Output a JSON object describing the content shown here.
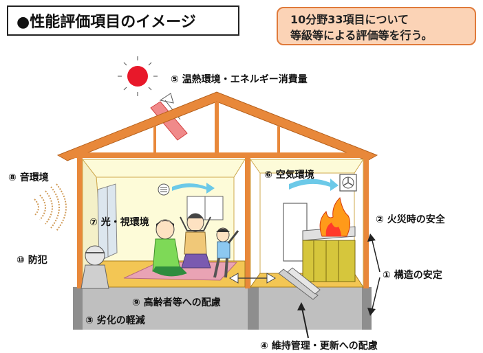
{
  "title": "●性能評価項目のイメージ",
  "note": {
    "line1": "10分野33項目について",
    "line2": "等級等による評価等を行う。"
  },
  "labels": {
    "thermal": "⑤ 温熱環境・エネルギー消費量",
    "sound": "⑧ 音環境",
    "air": "⑥ 空気環境",
    "light": "⑦ 光・視環境",
    "fire": "② 火災時の安全",
    "crime": "⑩ 防犯",
    "structure": "① 構造の安定",
    "elderly": "⑨ 高齢者等への配慮",
    "deterioration": "③ 劣化の軽減",
    "maintenance": "④ 維持管理・更新への配慮"
  },
  "colors": {
    "frame": "#e8883a",
    "note_bg": "#fbd3b6",
    "floor": "#f3c654",
    "wall": "#fdfbd8",
    "carpet": "#e9a3b4",
    "ground": "#bfbfbf",
    "sun": "#e8182a",
    "air_arrow": "#6cc9e8"
  },
  "icons": [
    "sun-icon",
    "sound-waves-icon",
    "fan-icon",
    "fire-icon",
    "vent-icon",
    "family-illustration",
    "burglar-icon"
  ]
}
